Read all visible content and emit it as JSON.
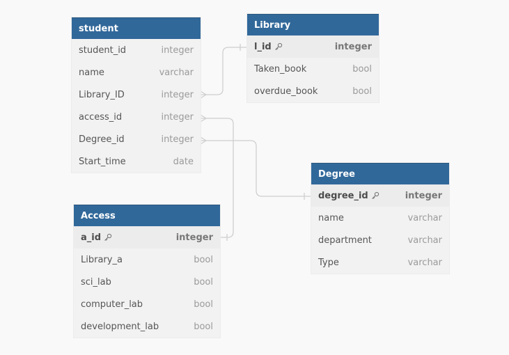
{
  "tables": {
    "student": {
      "title": "student",
      "columns": [
        {
          "name": "student_id",
          "type": "integer"
        },
        {
          "name": "name",
          "type": "varchar"
        },
        {
          "name": "Library_ID",
          "type": "integer"
        },
        {
          "name": "access_id",
          "type": "integer"
        },
        {
          "name": "Degree_id",
          "type": "integer"
        },
        {
          "name": "Start_time",
          "type": "date"
        }
      ]
    },
    "library": {
      "title": "Library",
      "columns": [
        {
          "name": "l_id",
          "type": "integer",
          "primary_key": true
        },
        {
          "name": "Taken_book",
          "type": "bool"
        },
        {
          "name": "overdue_book",
          "type": "bool"
        }
      ]
    },
    "degree": {
      "title": "Degree",
      "columns": [
        {
          "name": "degree_id",
          "type": "integer",
          "primary_key": true
        },
        {
          "name": "name",
          "type": "varchar"
        },
        {
          "name": "department",
          "type": "varchar"
        },
        {
          "name": "Type",
          "type": "varchar"
        }
      ]
    },
    "access": {
      "title": "Access",
      "columns": [
        {
          "name": "a_id",
          "type": "integer",
          "primary_key": true
        },
        {
          "name": "Library_a",
          "type": "bool"
        },
        {
          "name": "sci_lab",
          "type": "bool"
        },
        {
          "name": "computer_lab",
          "type": "bool"
        },
        {
          "name": "development_lab",
          "type": "bool"
        }
      ]
    }
  },
  "relationships": [
    {
      "from": "student.Library_ID",
      "to": "Library.l_id",
      "from_cardinality": "many",
      "to_cardinality": "one"
    },
    {
      "from": "student.access_id",
      "to": "Access.a_id",
      "from_cardinality": "many",
      "to_cardinality": "one"
    },
    {
      "from": "student.Degree_id",
      "to": "Degree.degree_id",
      "from_cardinality": "many",
      "to_cardinality": "one"
    }
  ],
  "colors": {
    "header": "#31689a",
    "body": "#f2f2f2",
    "connector": "#cfcfcf",
    "background": "#f9f9f9"
  },
  "icons": {
    "primary_key": "key-icon"
  }
}
